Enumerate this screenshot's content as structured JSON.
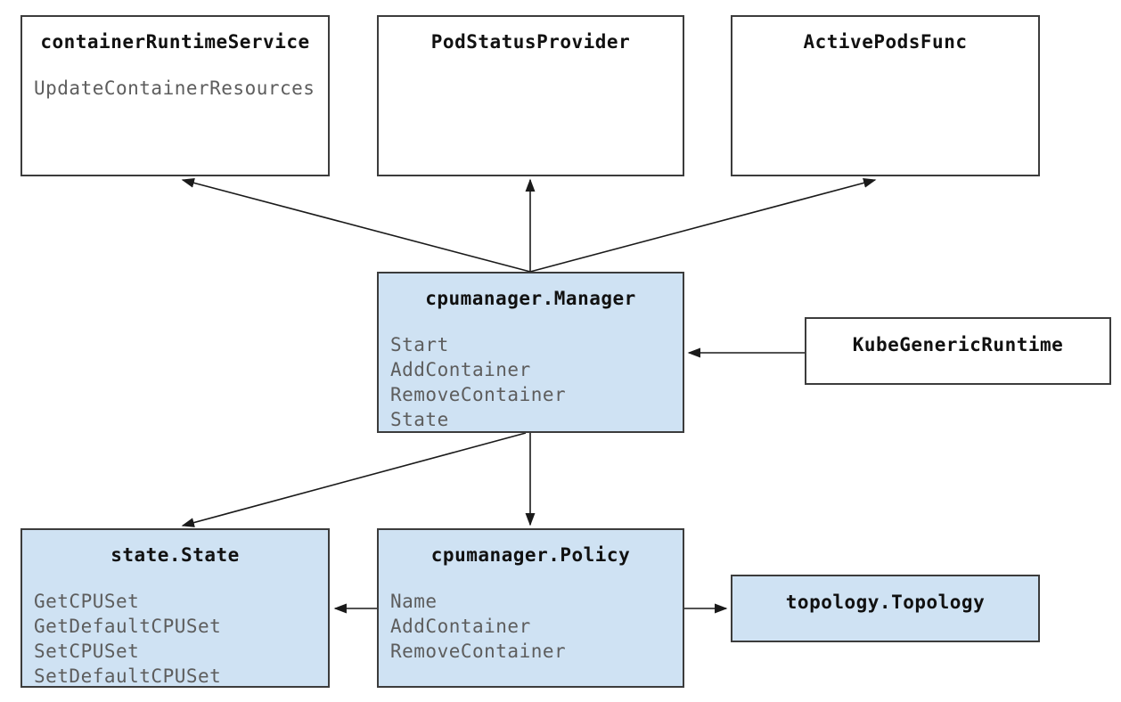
{
  "diagram": {
    "boxes": {
      "container_runtime_service": {
        "title": "containerRuntimeService",
        "methods": [
          "UpdateContainerResources"
        ]
      },
      "pod_status_provider": {
        "title": "PodStatusProvider",
        "methods": []
      },
      "active_pods_func": {
        "title": "ActivePodsFunc",
        "methods": []
      },
      "cpumanager_manager": {
        "title": "cpumanager.Manager",
        "methods": [
          "Start",
          "AddContainer",
          "RemoveContainer",
          "State"
        ]
      },
      "kube_generic_runtime": {
        "title": "KubeGenericRuntime",
        "methods": []
      },
      "state_state": {
        "title": "state.State",
        "methods": [
          "GetCPUSet",
          "GetDefaultCPUSet",
          "SetCPUSet",
          "SetDefaultCPUSet"
        ]
      },
      "cpumanager_policy": {
        "title": "cpumanager.Policy",
        "methods": [
          "Name",
          "AddContainer",
          "RemoveContainer"
        ]
      },
      "topology_topology": {
        "title": "topology.Topology",
        "methods": []
      }
    },
    "arrows": [
      {
        "from": "cpumanager.Manager",
        "to": "containerRuntimeService"
      },
      {
        "from": "cpumanager.Manager",
        "to": "PodStatusProvider"
      },
      {
        "from": "cpumanager.Manager",
        "to": "ActivePodsFunc"
      },
      {
        "from": "KubeGenericRuntime",
        "to": "cpumanager.Manager"
      },
      {
        "from": "cpumanager.Manager",
        "to": "state.State"
      },
      {
        "from": "cpumanager.Manager",
        "to": "cpumanager.Policy"
      },
      {
        "from": "cpumanager.Policy",
        "to": "state.State"
      },
      {
        "from": "cpumanager.Policy",
        "to": "topology.Topology"
      }
    ]
  },
  "colors": {
    "canvas_bg": "#ffffff",
    "plain_fill": "#ffffff",
    "highlight_fill": "#cfe2f3",
    "border": "#3c3c3c",
    "title_text": "#111111",
    "method_text": "#5d5d5d",
    "arrow": "#1a1a1a"
  }
}
